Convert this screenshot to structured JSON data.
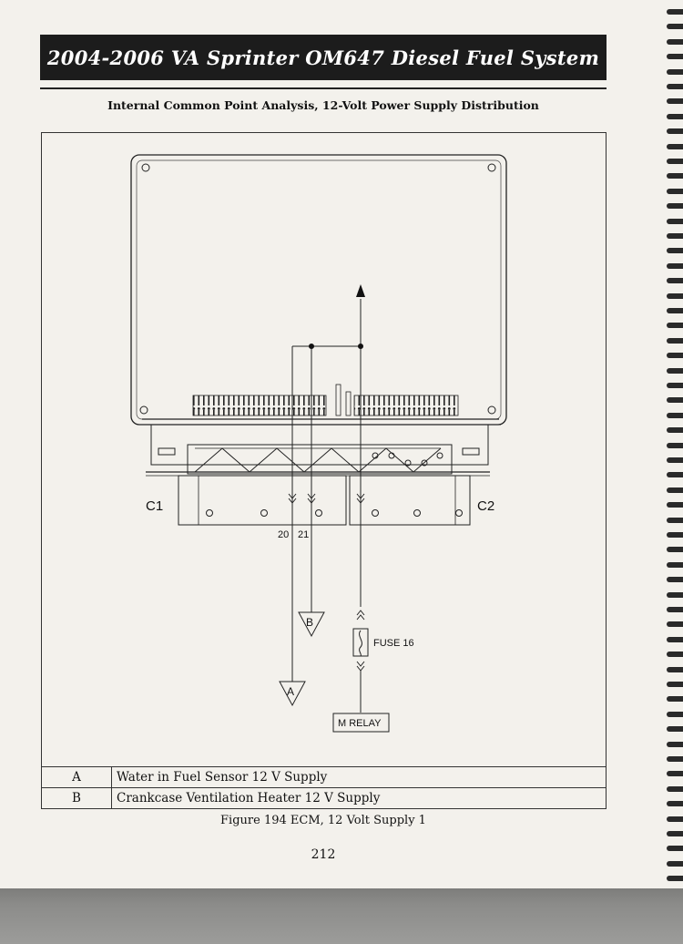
{
  "header": {
    "title": "2004-2006 VA Sprinter OM647 Diesel Fuel System",
    "subtitle": "Internal Common Point Analysis, 12-Volt Power Supply Distribution"
  },
  "diagram": {
    "connector_left": "C1",
    "connector_right": "C2",
    "pin_a": "20",
    "pin_b": "21",
    "terminal_a": "A",
    "terminal_b": "B",
    "fuse_label": "FUSE 16",
    "relay_label": "M RELAY"
  },
  "legend": [
    {
      "key": "A",
      "description": "Water in Fuel Sensor 12 V Supply"
    },
    {
      "key": "B",
      "description": "Crankcase Ventilation Heater 12 V Supply"
    }
  ],
  "caption": "Figure 194 ECM, 12 Volt Supply 1",
  "page_number": "212"
}
